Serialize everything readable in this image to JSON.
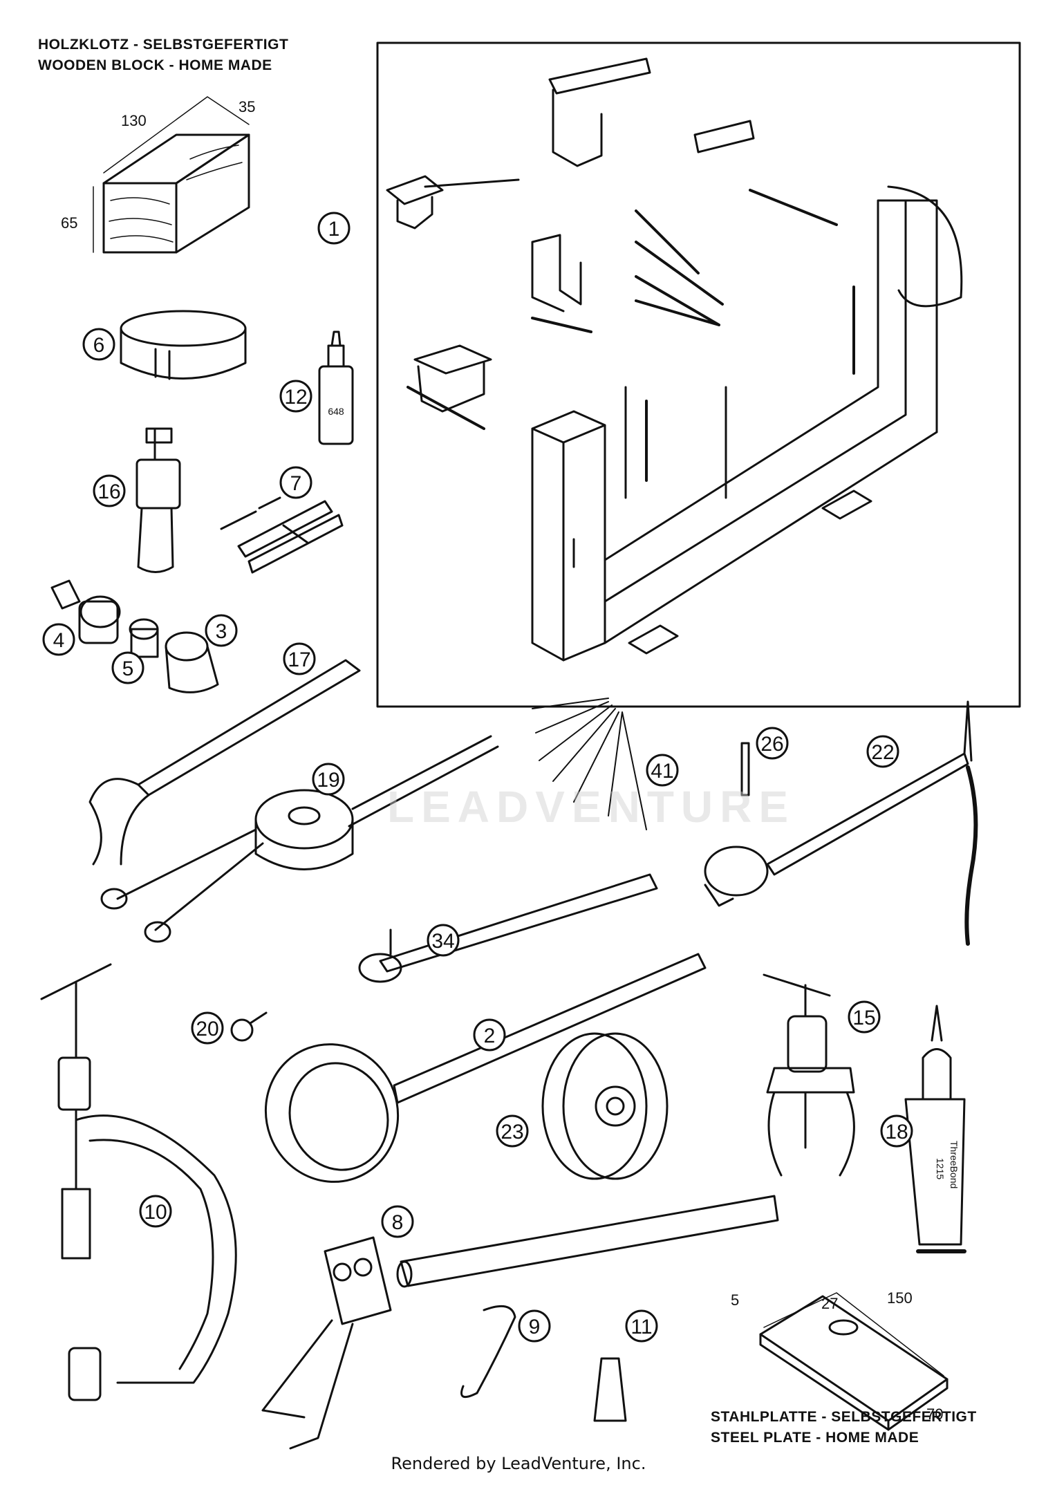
{
  "header_left": {
    "line1": "HOLZKLOTZ - SELBSTGEFERTIGT",
    "line2": "WOODEN BLOCK - HOME MADE"
  },
  "block_dims": {
    "length": "130",
    "depth": "35",
    "height": "65"
  },
  "plate_dims": {
    "thickness": "5",
    "hole": "27",
    "length": "150",
    "width": "70"
  },
  "footer_plate": {
    "line1": "STAHLPLATTE - SELBSTGEFERTIGT",
    "line2": "STEEL PLATE - HOME MADE"
  },
  "tube_labels": {
    "brand": "ThreeBond",
    "code": "1215"
  },
  "bottle_label": "648",
  "watermark": "LEADVENTURE",
  "footer": "Rendered by LeadVenture, Inc.",
  "callouts": [
    "1",
    "6",
    "12",
    "16",
    "7",
    "4",
    "3",
    "5",
    "17",
    "19",
    "41",
    "26",
    "22",
    "34",
    "20",
    "2",
    "15",
    "10",
    "23",
    "18",
    "8",
    "9",
    "11"
  ]
}
